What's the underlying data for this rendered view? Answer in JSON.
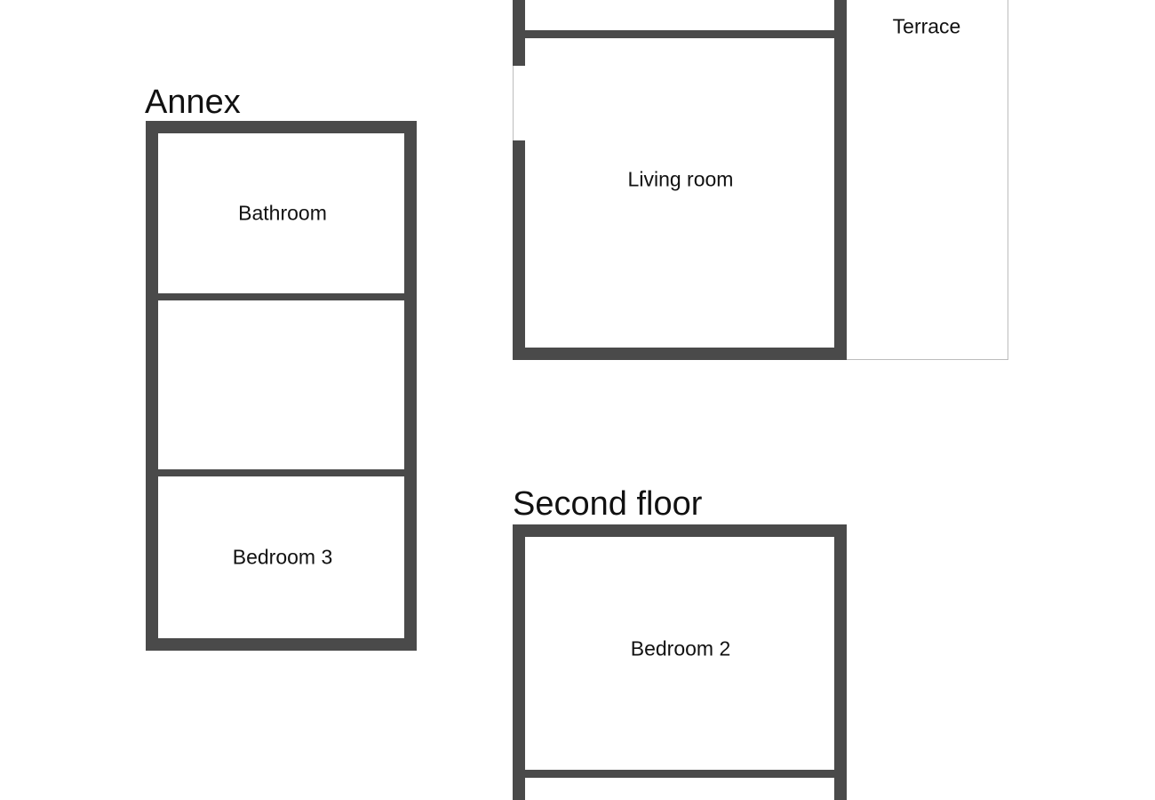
{
  "floor_plan": {
    "annex": {
      "title": "Annex",
      "rooms": {
        "bathroom": "Bathroom",
        "bedroom_3": "Bedroom 3"
      }
    },
    "first_floor": {
      "rooms": {
        "living_room": "Living room",
        "terrace": "Terrace"
      }
    },
    "second_floor": {
      "title": "Second floor",
      "rooms": {
        "bedroom_2": "Bedroom 2"
      }
    }
  }
}
